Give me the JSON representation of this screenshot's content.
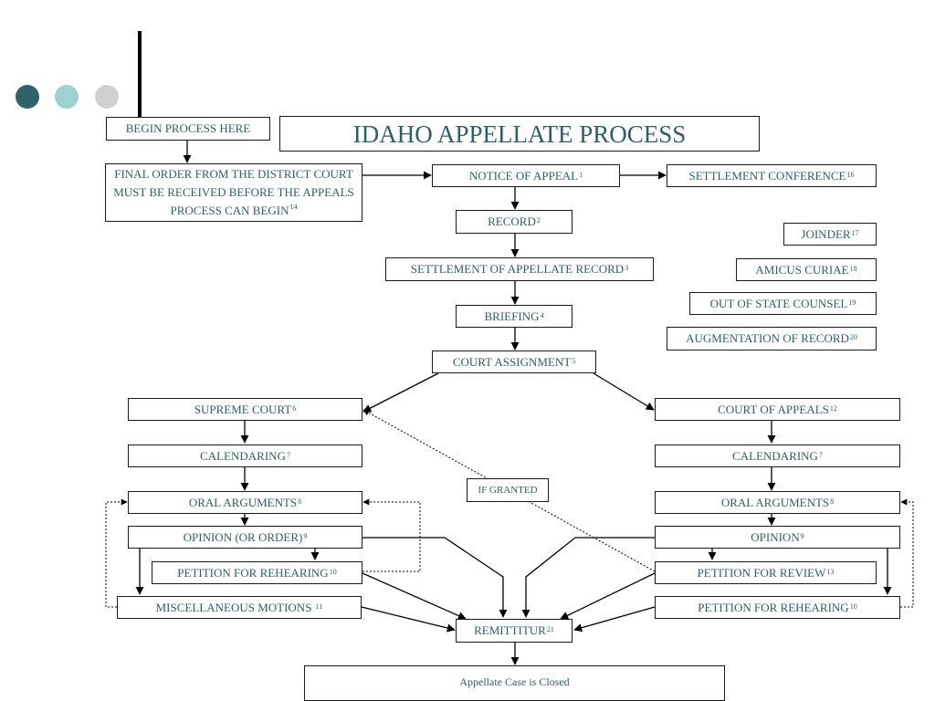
{
  "colors": {
    "dot_dark": "#2d6468",
    "dot_light": "#9fd0d2",
    "dot_gray": "#d0d0d0",
    "text_teal": "#2f5f66"
  },
  "decor": {
    "dots": [
      "dot-dark-icon",
      "dot-light-icon",
      "dot-gray-icon"
    ]
  },
  "title": "IDAHO APPELLATE PROCESS",
  "begin": "BEGIN PROCESS HERE",
  "final_order": "FINAL ORDER FROM THE DISTRICT COURT MUST BE RECEIVED BEFORE THE APPEALS PROCESS CAN BEGIN",
  "final_order_ref": "14",
  "main_flow": {
    "notice": {
      "label": "NOTICE OF APPEAL",
      "ref": "1"
    },
    "record": {
      "label": "RECORD",
      "ref": "2"
    },
    "settlement_record": {
      "label": "SETTLEMENT OF APPELLATE RECORD",
      "ref": "3"
    },
    "briefing": {
      "label": "BRIEFING",
      "ref": "4"
    },
    "court_assignment": {
      "label": "COURT ASSIGNMENT",
      "ref": "5"
    }
  },
  "settlement_conference": {
    "label": "SETTLEMENT CONFERENCE",
    "ref": "16"
  },
  "side_items": {
    "joinder": {
      "label": "JOINDER",
      "ref": "17"
    },
    "amicus": {
      "label": "AMICUS CURIAE",
      "ref": "18"
    },
    "out_of_state": {
      "label": "OUT OF STATE COUNSEL",
      "ref": "19"
    },
    "augmentation": {
      "label": "AUGMENTATION OF RECORD",
      "ref": "20"
    }
  },
  "supreme": {
    "court": {
      "label": "SUPREME COURT",
      "ref": "6"
    },
    "calendaring": {
      "label": "CALENDARING",
      "ref": "7"
    },
    "oral": {
      "label": "ORAL ARGUMENTS",
      "ref": "8"
    },
    "opinion": {
      "label": "OPINION (OR ORDER)",
      "ref": "9"
    },
    "rehearing": {
      "label": "PETITION FOR REHEARING",
      "ref": "10"
    },
    "misc": {
      "label": "MISCELLANEOUS MOTIONS",
      "ref": "11"
    }
  },
  "appeals": {
    "court": {
      "label": "COURT OF APPEALS",
      "ref": "12"
    },
    "calendaring": {
      "label": "CALENDARING",
      "ref": "7"
    },
    "oral": {
      "label": "ORAL ARGUMENTS",
      "ref": "8"
    },
    "opinion": {
      "label": "OPINION",
      "ref": "9"
    },
    "review": {
      "label": "PETITION FOR REVIEW",
      "ref": "13"
    },
    "rehearing": {
      "label": "PETITION FOR REHEARING",
      "ref": "10"
    }
  },
  "if_granted": "IF GRANTED",
  "remittitur": {
    "label": "REMITTITUR",
    "ref": "21"
  },
  "closed": "Appellate Case is Closed"
}
